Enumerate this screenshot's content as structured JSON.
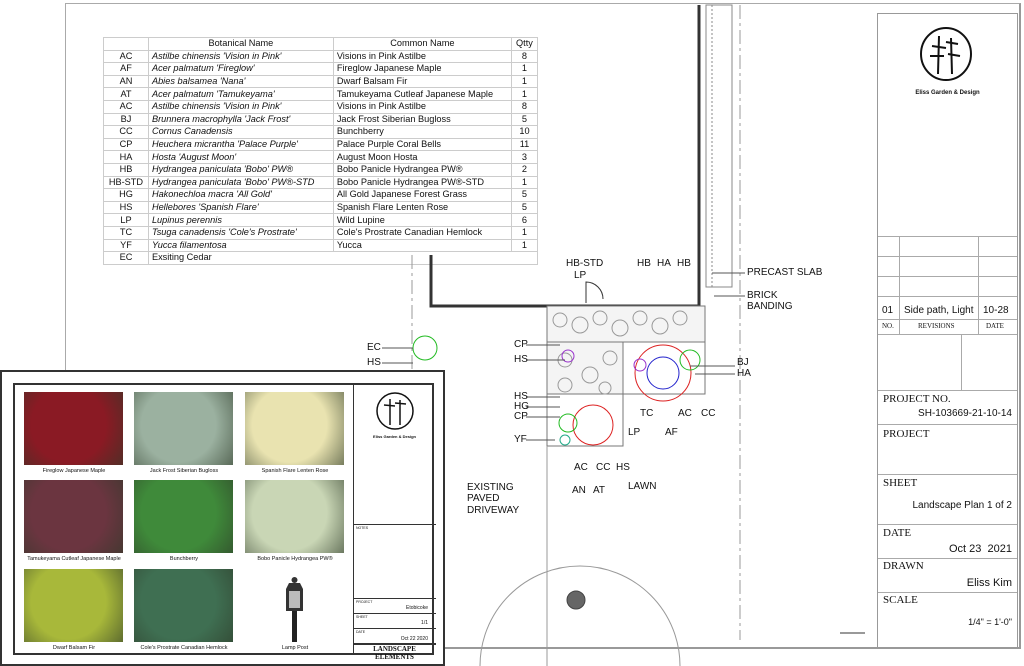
{
  "plant_schedule": {
    "headers": [
      "",
      "Botanical Name",
      "Common Name",
      "Qtty"
    ],
    "rows": [
      {
        "code": "AC",
        "botanical": "Astilbe chinensis 'Vision in Pink'",
        "common": "Visions in Pink Astilbe",
        "qty": "8"
      },
      {
        "code": "AF",
        "botanical": "Acer palmatum 'Fireglow'",
        "common": "Fireglow Japanese Maple",
        "qty": "1"
      },
      {
        "code": "AN",
        "botanical": "Abies balsamea 'Nana'",
        "common": "Dwarf Balsam Fir",
        "qty": "1"
      },
      {
        "code": "AT",
        "botanical": "Acer palmatum 'Tamukeyama'",
        "common": "Tamukeyama Cutleaf Japanese Maple",
        "qty": "1"
      },
      {
        "code": "AC",
        "botanical": "Astilbe chinensis 'Vision in Pink'",
        "common": "Visions in Pink Astilbe",
        "qty": "8"
      },
      {
        "code": "BJ",
        "botanical": "Brunnera macrophylla 'Jack Frost'",
        "common": "Jack Frost Siberian Bugloss",
        "qty": "5"
      },
      {
        "code": "CC",
        "botanical": "Cornus Canadensis",
        "common": "Bunchberry",
        "qty": "10"
      },
      {
        "code": "CP",
        "botanical": "Heuchera micrantha 'Palace Purple'",
        "common": "Palace Purple Coral Bells",
        "qty": "11"
      },
      {
        "code": "HA",
        "botanical": "Hosta 'August Moon'",
        "common": "August Moon Hosta",
        "qty": "3"
      },
      {
        "code": "HB",
        "botanical": "Hydrangea paniculata 'Bobo' PW®",
        "common": "Bobo Panicle Hydrangea PW®",
        "qty": "2"
      },
      {
        "code": "HB-STD",
        "botanical": "Hydrangea paniculata 'Bobo' PW®-STD",
        "common": "Bobo Panicle Hydrangea PW®-STD",
        "qty": "1"
      },
      {
        "code": "HG",
        "botanical": "Hakonechloa macra 'All Gold'",
        "common": "All Gold Japanese Forest Grass",
        "qty": "5"
      },
      {
        "code": "HS",
        "botanical": "Hellebores 'Spanish Flare'",
        "common": "Spanish Flare Lenten Rose",
        "qty": "5"
      },
      {
        "code": "LP",
        "botanical": "Lupinus perennis",
        "common": "Wild Lupine",
        "qty": "6"
      },
      {
        "code": "TC",
        "botanical": "Tsuga canadensis 'Cole's Prostrate'",
        "common": "Cole's Prostrate Canadian Hemlock",
        "qty": "1"
      },
      {
        "code": "YF",
        "botanical": "Yucca filamentosa",
        "common": "Yucca",
        "qty": "1"
      }
    ],
    "last_row": {
      "code": "EC",
      "text": "Exsiting Cedar"
    }
  },
  "plan_labels": {
    "hb_std": "HB-STD",
    "lp1": "LP",
    "hb1": "HB",
    "ha1": "HA",
    "hb2": "HB",
    "precast": "PRECAST SLAB",
    "brick1": "BRICK",
    "brick2": "BANDING",
    "ec": "EC",
    "hs0": "HS",
    "cp1": "CP",
    "hs1": "HS",
    "hs2": "HS",
    "hg": "HG",
    "cp2": "CP",
    "yf": "YF",
    "bj": "BJ",
    "ha2": "HA",
    "tc": "TC",
    "ac1": "AC",
    "cc1": "CC",
    "lp2": "LP",
    "af": "AF",
    "ac2": "AC",
    "cc2": "CC",
    "hs3": "HS",
    "an": "AN",
    "at": "AT",
    "lawn": "LAWN",
    "drive1": "EXISTING",
    "drive2": "PAVED",
    "drive3": "DRIVEWAY"
  },
  "title_block": {
    "company": "Eliss Garden & Design",
    "revision": {
      "no": "01",
      "text": "Side path, Light",
      "date": "10-28"
    },
    "rev_headers": {
      "no": "NO.",
      "rev": "REVISIONS",
      "date": "DATE"
    },
    "project_no_label": "PROJECT NO.",
    "project_no": "SH-103669-21-10-14",
    "project_label": "PROJECT",
    "sheet_label": "SHEET",
    "sheet": "Landscape Plan 1 of 2",
    "date_label": "DATE",
    "date": "Oct 23  2021",
    "drawn_label": "DRAWN",
    "drawn": "Eliss Kim",
    "scale_label": "SCALE",
    "scale": "1/4\" = 1'-0\""
  },
  "inset": {
    "photos": [
      {
        "caption": "Fireglow Japanese Maple",
        "color": "#8a1a24"
      },
      {
        "caption": "Jack Frost Siberian Bugloss",
        "color": "#9bb1a0"
      },
      {
        "caption": "Spanish Flare Lenten Rose",
        "color": "#e9e3b0"
      },
      {
        "caption": "Tamukeyama Cutleaf Japanese Maple",
        "color": "#6b3540"
      },
      {
        "caption": "Bunchberry",
        "color": "#3f8a3a"
      },
      {
        "caption": "Bobo Panicle Hydrangea PW®",
        "color": "#c9d6b5"
      },
      {
        "caption": "Dwarf Balsam Fir",
        "color": "#a8b83a"
      },
      {
        "caption": "Cole's Prostrate Canadian Hemlock",
        "color": "#3f6f52"
      },
      {
        "caption": "Lamp Post",
        "color": "#ffffff"
      }
    ],
    "company": "Eliss Garden & Design",
    "notes_label": "NOTES",
    "project_label": "PROJECT",
    "project": "Etobicoke",
    "sheet_label": "SHEET",
    "sheet": "1/1",
    "date_label": "DATE",
    "date": "Oct 22 2020",
    "title": "LANDSCAPE ELEMENTS"
  }
}
